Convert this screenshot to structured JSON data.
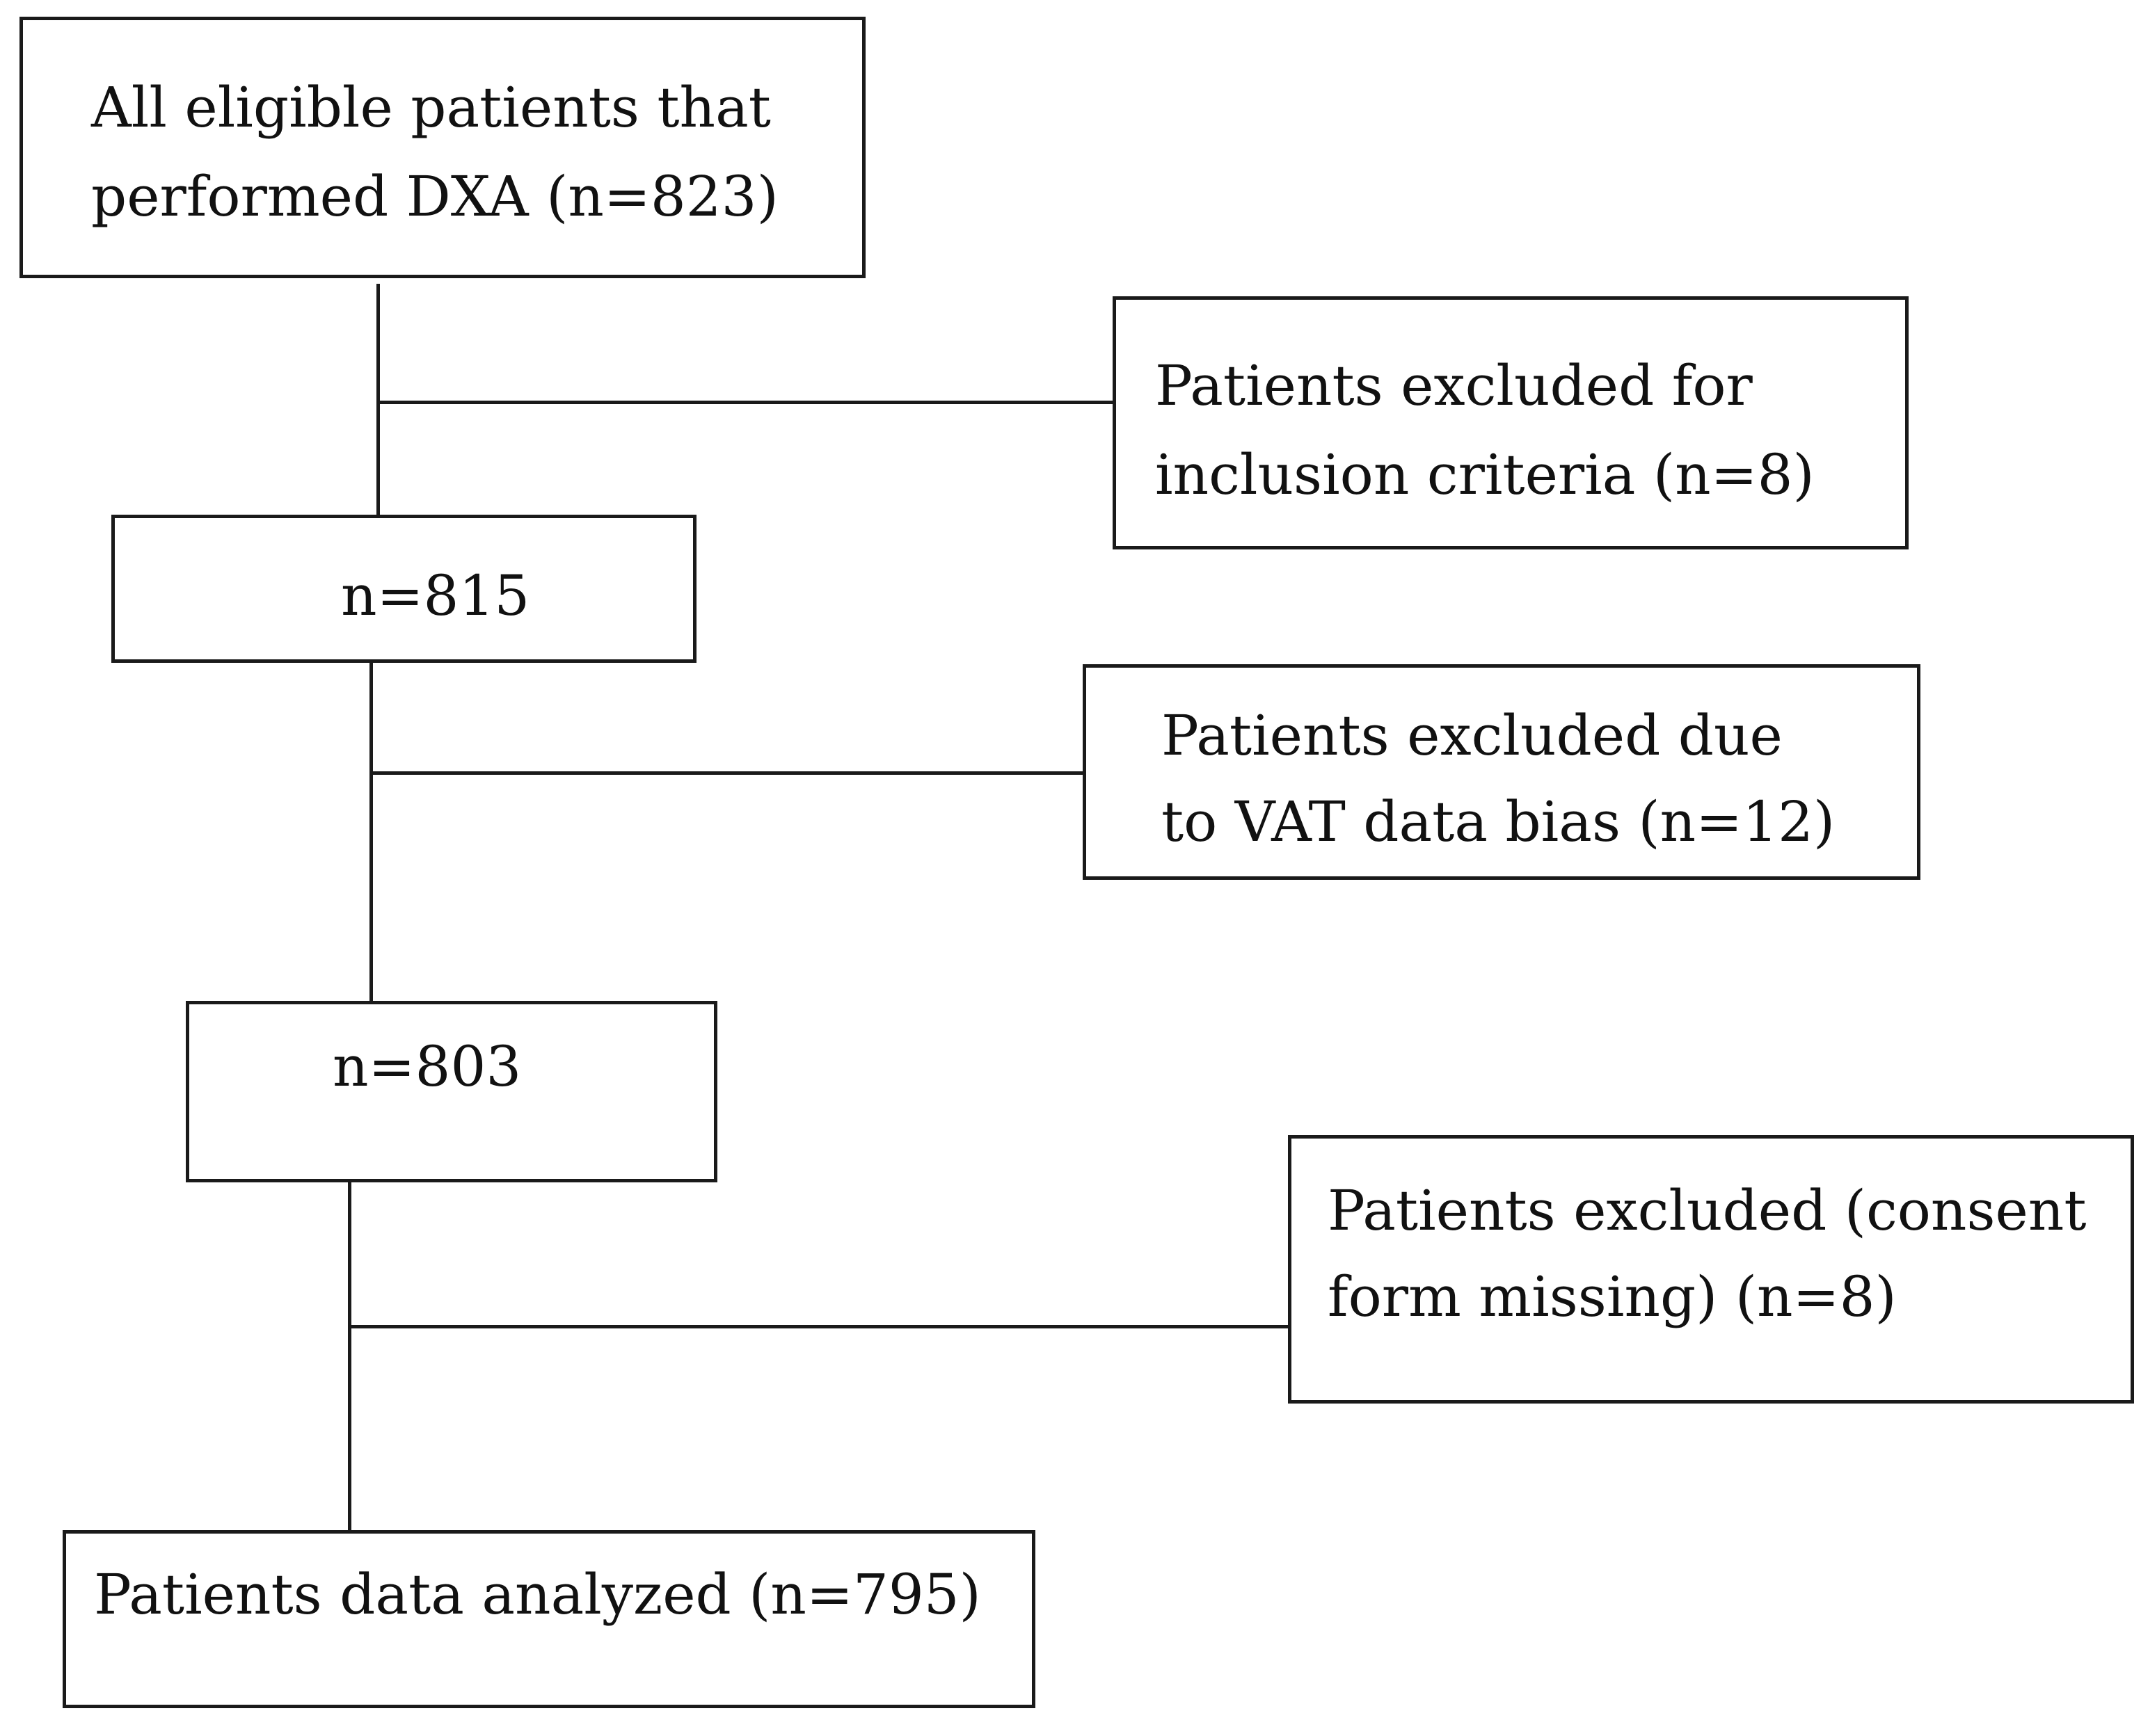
{
  "flowchart": {
    "boxes": {
      "eligible": {
        "line1": "All eligible patients that",
        "line2": "performed DXA (n=823)"
      },
      "step1": {
        "count": "n=815"
      },
      "step2": {
        "count": "n=803"
      },
      "analyzed": {
        "label": "Patients data analyzed (n=795)"
      }
    },
    "exclusions": {
      "inclusion_criteria": {
        "line1": "Patients excluded for",
        "line2": "inclusion criteria (n=8)"
      },
      "vat_bias": {
        "line1": "Patients excluded due",
        "line2": "to VAT data bias (n=12)"
      },
      "consent": {
        "line1": "Patients excluded (consent",
        "line2": "form missing) (n=8)"
      }
    }
  }
}
